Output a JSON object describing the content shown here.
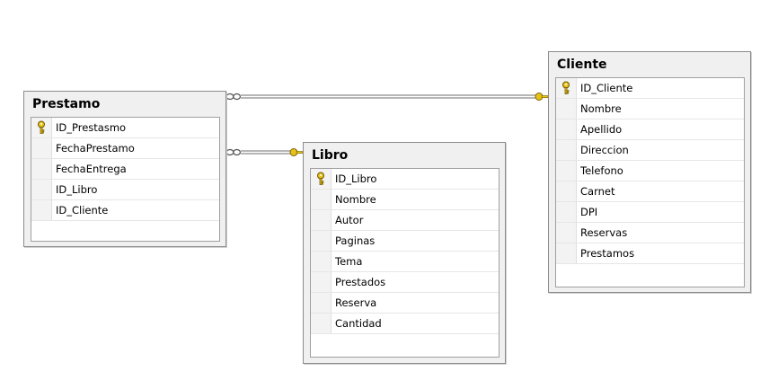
{
  "tables": {
    "prestamo": {
      "title": "Prestamo",
      "columns": [
        {
          "name": "ID_Prestasmo",
          "key": true
        },
        {
          "name": "FechaPrestamo",
          "key": false
        },
        {
          "name": "FechaEntrega",
          "key": false
        },
        {
          "name": "ID_Libro",
          "key": false
        },
        {
          "name": "ID_Cliente",
          "key": false
        }
      ]
    },
    "libro": {
      "title": "Libro",
      "columns": [
        {
          "name": "ID_Libro",
          "key": true
        },
        {
          "name": "Nombre",
          "key": false
        },
        {
          "name": "Autor",
          "key": false
        },
        {
          "name": "Paginas",
          "key": false
        },
        {
          "name": "Tema",
          "key": false
        },
        {
          "name": "Prestados",
          "key": false
        },
        {
          "name": "Reserva",
          "key": false
        },
        {
          "name": "Cantidad",
          "key": false
        }
      ]
    },
    "cliente": {
      "title": "Cliente",
      "columns": [
        {
          "name": "ID_Cliente",
          "key": true
        },
        {
          "name": "Nombre",
          "key": false
        },
        {
          "name": "Apellido",
          "key": false
        },
        {
          "name": "Direccion",
          "key": false
        },
        {
          "name": "Telefono",
          "key": false
        },
        {
          "name": "Carnet",
          "key": false
        },
        {
          "name": "DPI",
          "key": false
        },
        {
          "name": "Reservas",
          "key": false
        },
        {
          "name": "Prestamos",
          "key": false
        }
      ]
    }
  },
  "relationships": [
    {
      "from": "prestamo",
      "to": "cliente",
      "many_end": "prestamo",
      "one_end": "cliente"
    },
    {
      "from": "prestamo",
      "to": "libro",
      "many_end": "prestamo",
      "one_end": "libro"
    }
  ],
  "colors": {
    "key_icon": "#e8c21a",
    "connector": "#6e6e6e"
  }
}
